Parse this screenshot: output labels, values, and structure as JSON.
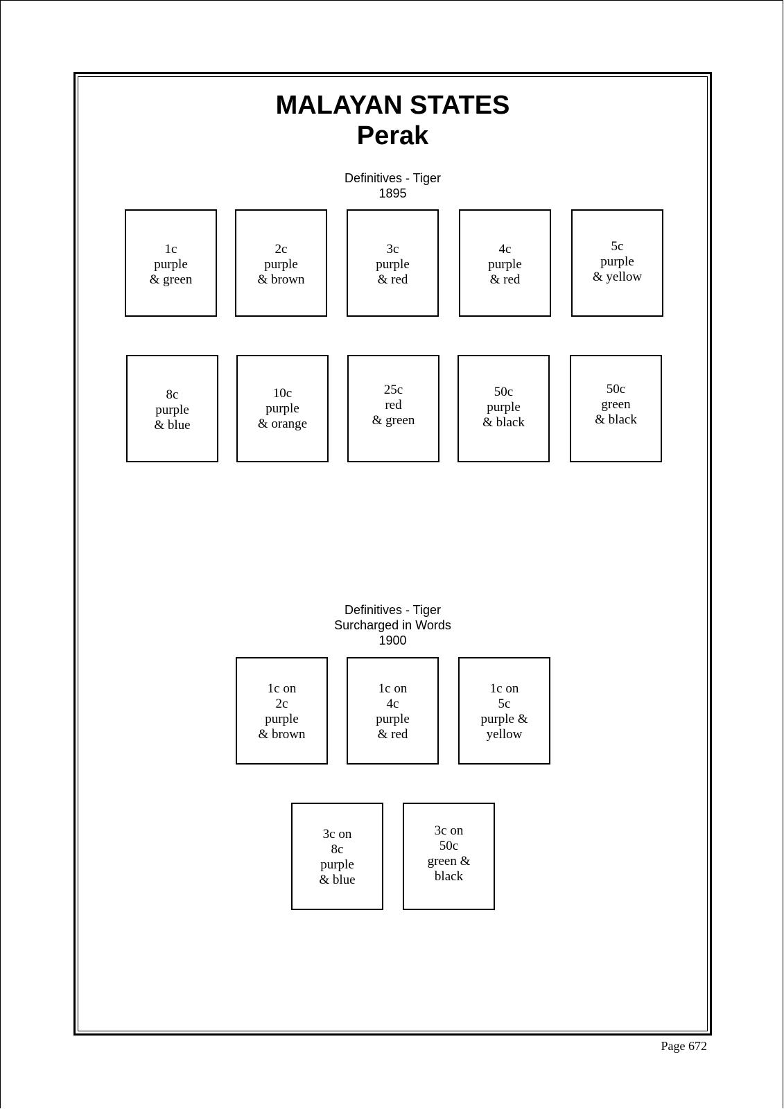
{
  "header": {
    "country": "MALAYAN STATES",
    "region": "Perak"
  },
  "section1": {
    "title": "Definitives - Tiger",
    "year": "1895",
    "stamps": [
      [
        "1c",
        "purple",
        "& green"
      ],
      [
        "2c",
        "purple",
        "& brown"
      ],
      [
        "3c",
        "purple",
        "& red"
      ],
      [
        "4c",
        "purple",
        "& red"
      ],
      [
        "5c",
        "purple",
        "& yellow"
      ],
      [
        "8c",
        "purple",
        "& blue"
      ],
      [
        "10c",
        "purple",
        "& orange"
      ],
      [
        "25c",
        "red",
        "& green"
      ],
      [
        "50c",
        "purple",
        "& black"
      ],
      [
        "50c",
        "green",
        "& black"
      ]
    ]
  },
  "section2": {
    "title": "Definitives - Tiger",
    "subtitle": "Surcharged in Words",
    "year": "1900",
    "stamps": [
      [
        "1c on",
        "2c",
        "purple",
        "& brown"
      ],
      [
        "1c on",
        "4c",
        "purple",
        "& red"
      ],
      [
        "1c on",
        "5c",
        "purple &",
        "yellow"
      ],
      [
        "3c on",
        "8c",
        "purple",
        "& blue"
      ],
      [
        "3c on",
        "50c",
        "green &",
        "black"
      ]
    ]
  },
  "footer": {
    "page": "Page 672"
  }
}
